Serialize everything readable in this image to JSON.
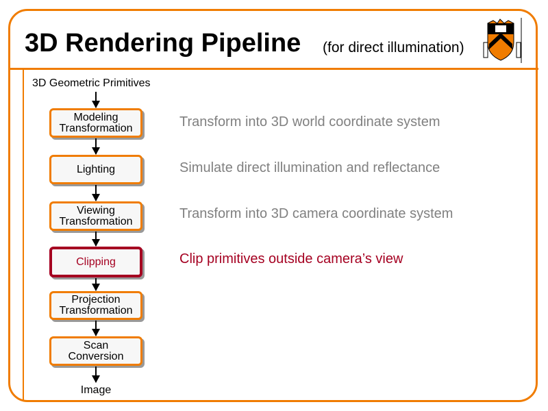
{
  "title": "3D Rendering Pipeline",
  "subtitle": "(for direct illumination)",
  "logo": {
    "name": "princeton-shield-logo",
    "colors": {
      "orange": "#f07c00",
      "black": "#000000"
    }
  },
  "input_label": "3D Geometric Primitives",
  "output_label": "Image",
  "stages": [
    {
      "label": "Modeling\nTransformation",
      "description": "Transform into 3D world coordinate system"
    },
    {
      "label": "Lighting",
      "description": "Simulate direct illumination and reflectance"
    },
    {
      "label": "Viewing\nTransformation",
      "description": "Transform into 3D camera coordinate system"
    },
    {
      "label": "Clipping",
      "description": "Clip primitives outside camera’s view",
      "highlighted": true
    },
    {
      "label": "Projection\nTransformation",
      "description": ""
    },
    {
      "label": "Scan\nConversion",
      "description": ""
    }
  ],
  "colors": {
    "accent": "#f07c00",
    "highlight": "#a50021",
    "description_text": "#808080"
  }
}
